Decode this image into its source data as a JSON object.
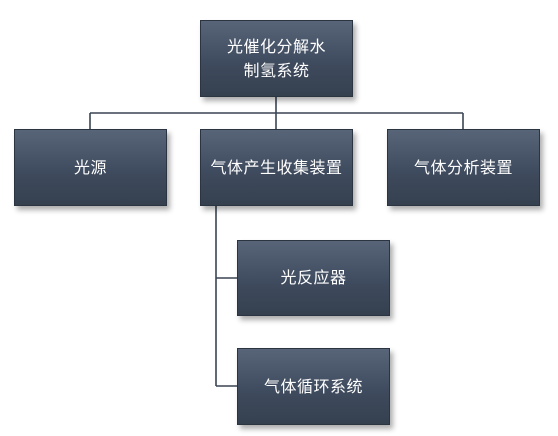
{
  "diagram": {
    "root": {
      "label": "光催化分解水\n制氢系统"
    },
    "level1": [
      {
        "label": "光源"
      },
      {
        "label": "气体产生收集装置"
      },
      {
        "label": "气体分析装置"
      }
    ],
    "sub_of_gas_collection": [
      {
        "label": "光反应器"
      },
      {
        "label": "气体循环系统"
      }
    ],
    "colors": {
      "box_top": "#586579",
      "box_bottom": "#35404f",
      "connector": "#3a4452",
      "text": "#ffffff"
    }
  }
}
